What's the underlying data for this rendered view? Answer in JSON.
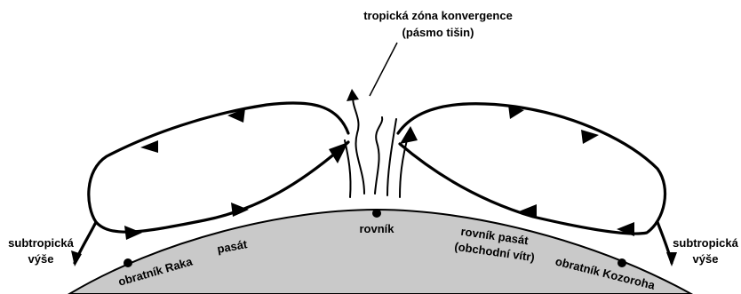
{
  "labels": {
    "itcz_line1": "tropická zóna konvergence",
    "itcz_line2": "(pásmo tišin)",
    "subtropical_left_line1": "subtropická",
    "subtropical_left_line2": "výše",
    "subtropical_right_line1": "subtropická",
    "subtropical_right_line2": "výše",
    "tropic_cancer": "obratník Raka",
    "trade_wind": "pasát",
    "equator": "rovník",
    "equatorial_trade_line1": "rovník pasát",
    "equatorial_trade_line2": "(obchodní vítr)",
    "tropic_capricorn": "obratník Kozoroha"
  },
  "colors": {
    "earth_fill": "#c9c9c9",
    "stroke": "#000000",
    "background": "#ffffff"
  }
}
